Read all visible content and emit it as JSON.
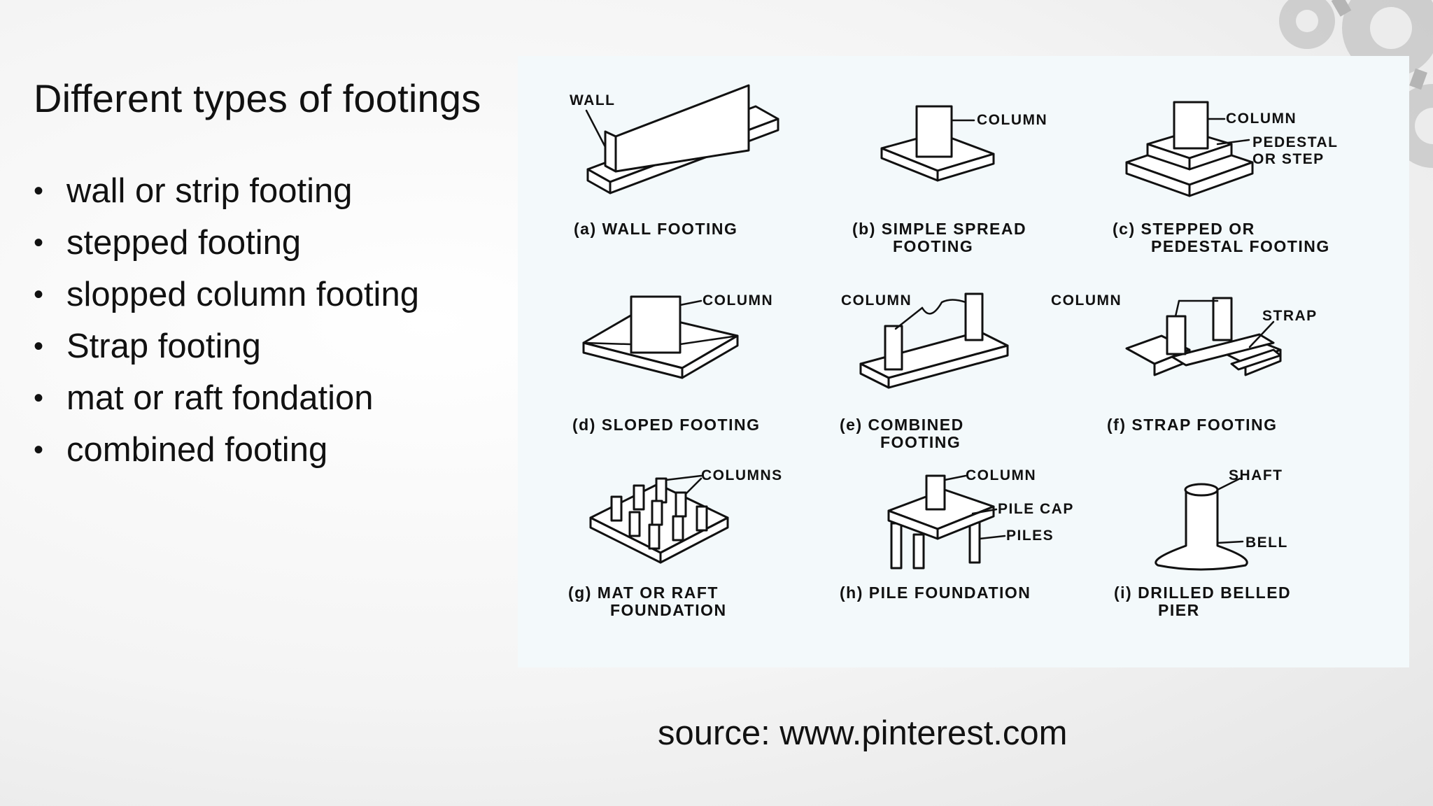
{
  "slide": {
    "title": "Different types of footings",
    "bullets": [
      "wall or strip footing",
      "stepped footing",
      "slopped column footing",
      "Strap footing",
      "mat or raft fondation",
      "combined footing"
    ],
    "source": "source: www.pinterest.com"
  },
  "figure": {
    "a": {
      "labels": [
        "WALL"
      ],
      "caption": [
        "(a) WALL FOOTING"
      ]
    },
    "b": {
      "labels": [
        "COLUMN"
      ],
      "caption": [
        "(b) SIMPLE SPREAD",
        "FOOTING"
      ]
    },
    "c": {
      "labels": [
        "COLUMN",
        "PEDESTAL",
        "OR STEP"
      ],
      "caption": [
        "(c) STEPPED OR",
        "PEDESTAL FOOTING"
      ]
    },
    "d": {
      "labels": [
        "COLUMN"
      ],
      "caption": [
        "(d) SLOPED FOOTING"
      ]
    },
    "e": {
      "labels": [
        "COLUMN"
      ],
      "caption": [
        "(e) COMBINED",
        "FOOTING"
      ]
    },
    "f": {
      "labels": [
        "COLUMN",
        "STRAP"
      ],
      "caption": [
        "(f) STRAP FOOTING"
      ]
    },
    "g": {
      "labels": [
        "COLUMNS"
      ],
      "caption": [
        "(g) MAT OR RAFT",
        "FOUNDATION"
      ]
    },
    "h": {
      "labels": [
        "COLUMN",
        "PILE CAP",
        "PILES"
      ],
      "caption": [
        "(h) PILE FOUNDATION"
      ]
    },
    "i": {
      "labels": [
        "SHAFT",
        "BELL"
      ],
      "caption": [
        "(i) DRILLED BELLED",
        "PIER"
      ]
    }
  },
  "icons": {
    "background": "gears-icon",
    "bullet": "bullet-dot-icon"
  }
}
